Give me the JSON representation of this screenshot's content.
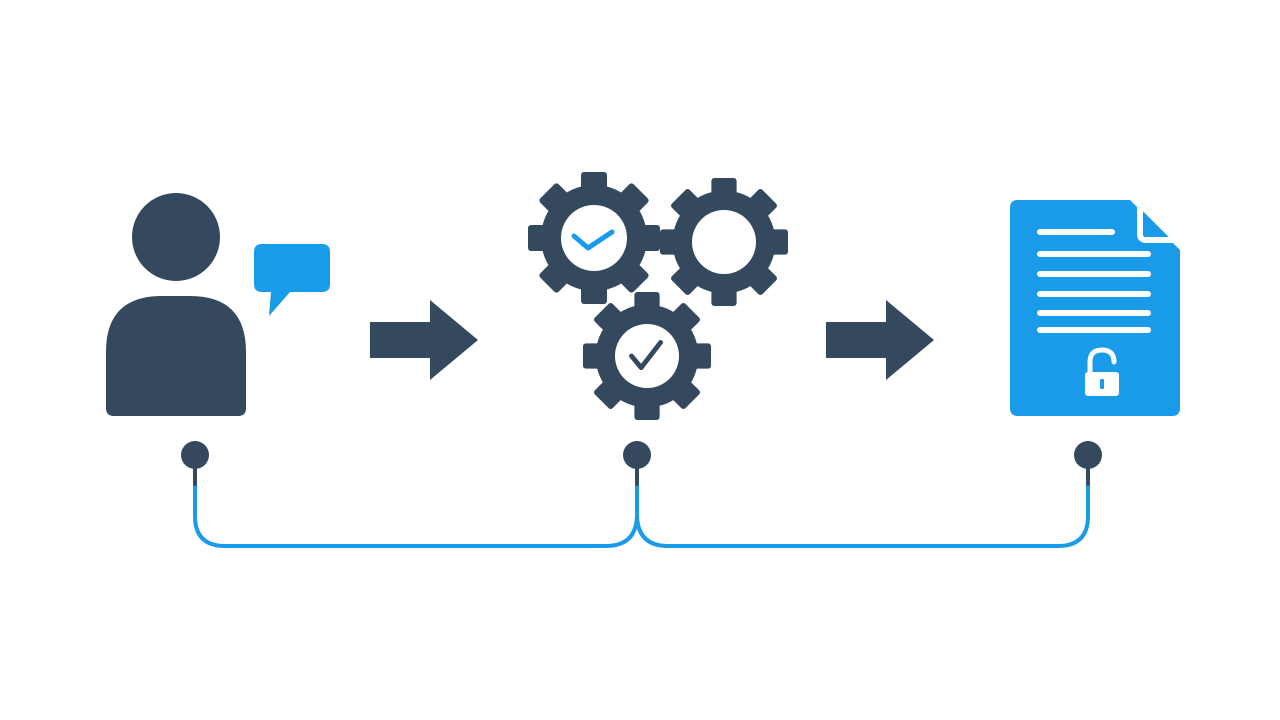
{
  "colors": {
    "background": "#ffffff",
    "dark": "#34495e",
    "accent": "#1a9bea",
    "paper_lines": "#ffffff"
  },
  "steps": [
    {
      "id": "user",
      "icon": "user-with-speech-bubble-icon"
    },
    {
      "id": "processing",
      "icon": "gears-with-checkmarks-icon"
    },
    {
      "id": "document",
      "icon": "unlocked-document-icon"
    }
  ],
  "arrows": [
    {
      "from": "user",
      "to": "processing",
      "icon": "arrow-right-icon"
    },
    {
      "from": "processing",
      "to": "document",
      "icon": "arrow-right-icon"
    }
  ],
  "connector": {
    "icon": "timeline-connector",
    "nodes": [
      "user",
      "processing",
      "document"
    ]
  }
}
